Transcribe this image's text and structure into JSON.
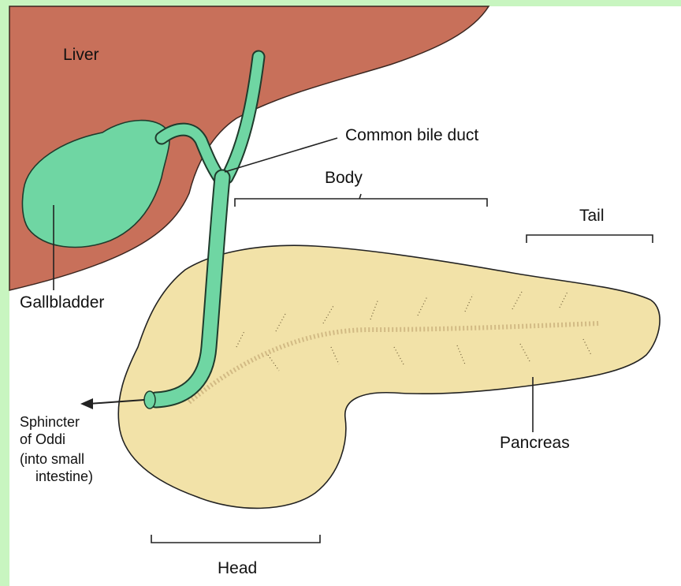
{
  "labels": {
    "liver": "Liver",
    "common_bile_duct": "Common bile duct",
    "body": "Body",
    "tail": "Tail",
    "gallbladder": "Gallbladder",
    "sphincter_line1": "Sphincter",
    "sphincter_line2": "of Oddi",
    "sphincter_line3": "(into small",
    "sphincter_line4": "intestine)",
    "pancreas": "Pancreas",
    "head": "Head"
  },
  "colors": {
    "background_frame": "#c8f5c0",
    "liver": "#c8705a",
    "bile_duct_green": "#6fd6a3",
    "pancreas": "#f2e2a8",
    "outline": "#222222"
  }
}
